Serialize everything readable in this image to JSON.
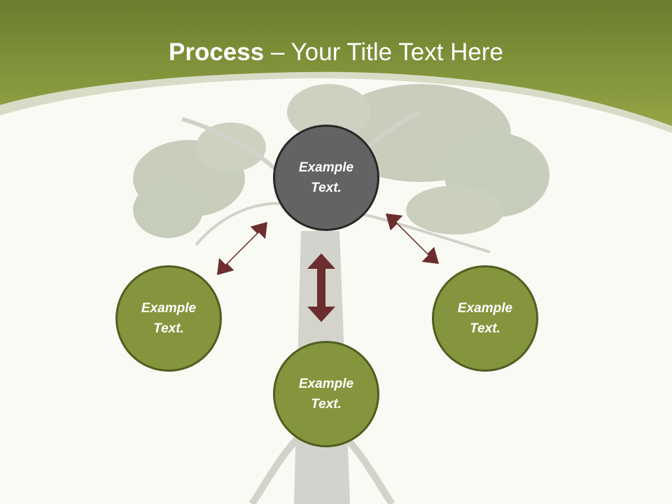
{
  "title": {
    "bold": "Process",
    "rest": " – Your Title Text Here"
  },
  "nodes": [
    {
      "id": "center",
      "line1": "Example",
      "line2": "Text."
    },
    {
      "id": "left",
      "line1": "Example",
      "line2": "Text."
    },
    {
      "id": "bottom",
      "line1": "Example",
      "line2": "Text."
    },
    {
      "id": "right",
      "line1": "Example",
      "line2": "Text."
    }
  ],
  "colors": {
    "header_green": "#8a9d3e",
    "node_green": "#85953d",
    "node_border": "#4f5e20",
    "center_gray": "#636363",
    "arrow": "#6b2d2d",
    "background": "#fafaf5"
  }
}
